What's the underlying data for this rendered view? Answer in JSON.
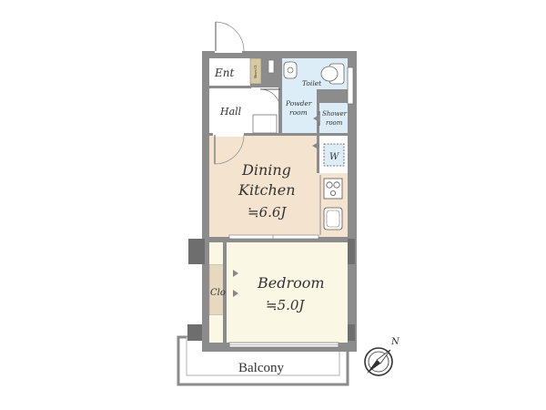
{
  "rooms": {
    "entrance": {
      "label": "Ent"
    },
    "shoe_closet": {
      "label": "Shoes Cl."
    },
    "hall": {
      "label": "Hall"
    },
    "toilet": {
      "label": "Toilet"
    },
    "powder_room": {
      "label_line1": "Powder",
      "label_line2": "room"
    },
    "shower_room": {
      "label_line1": "Shower",
      "label_line2": "room"
    },
    "washer": {
      "label": "W"
    },
    "dining_kitchen": {
      "label_line1": "Dining",
      "label_line2": "Kitchen",
      "area": "≒6.6J"
    },
    "bedroom": {
      "label": "Bedroom",
      "area": "≒5.0J"
    },
    "closet": {
      "label": "Clo"
    },
    "balcony": {
      "label": "Balcony"
    }
  },
  "compass": {
    "label": "N"
  },
  "colors": {
    "wall": "#8c8c8c",
    "wall_dark": "#6e6e6e",
    "dining_floor": "#f4e4cf",
    "bedroom_floor": "#faf7e4",
    "wet_area": "#dcedf7",
    "hall_floor": "#ffffff",
    "closet": "#e6d9bf",
    "shoe_closet": "#d8c9a0",
    "line": "#555555"
  }
}
